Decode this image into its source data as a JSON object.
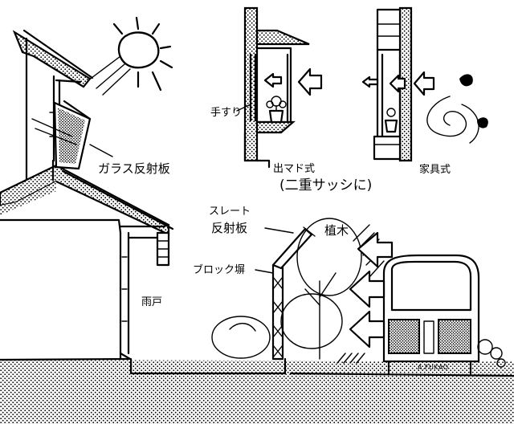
{
  "labels": {
    "glass_reflector": "ガラス反射板",
    "handrail": "手すり",
    "bay_window_type": "出マド式",
    "double_sash": "(二重サッシに)",
    "furniture_type": "家具式",
    "slate_reflector_line1": "スレート",
    "slate_reflector_line2": "反射板",
    "plants": "植木",
    "block_wall": "ブロック塀",
    "storm_shutter": "雨戸",
    "signature": "A.FUKAO"
  }
}
